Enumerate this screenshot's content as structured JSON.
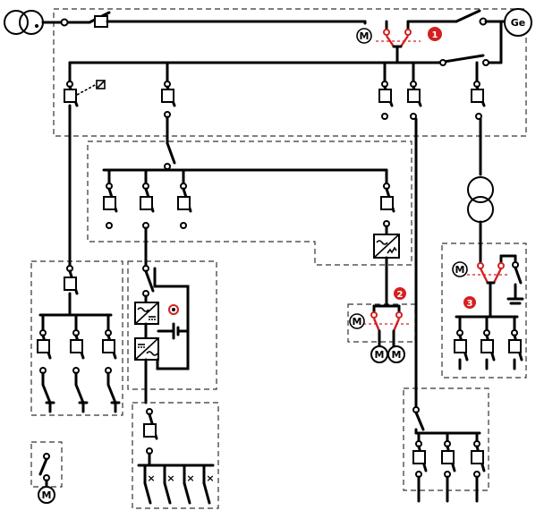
{
  "labels": {
    "generator": "Ge",
    "motor": "M",
    "callout_1": "1",
    "callout_2": "2",
    "callout_3": "3"
  },
  "colors": {
    "line": "#000000",
    "accent": "#d42020",
    "dashed_box": "#333333"
  }
}
